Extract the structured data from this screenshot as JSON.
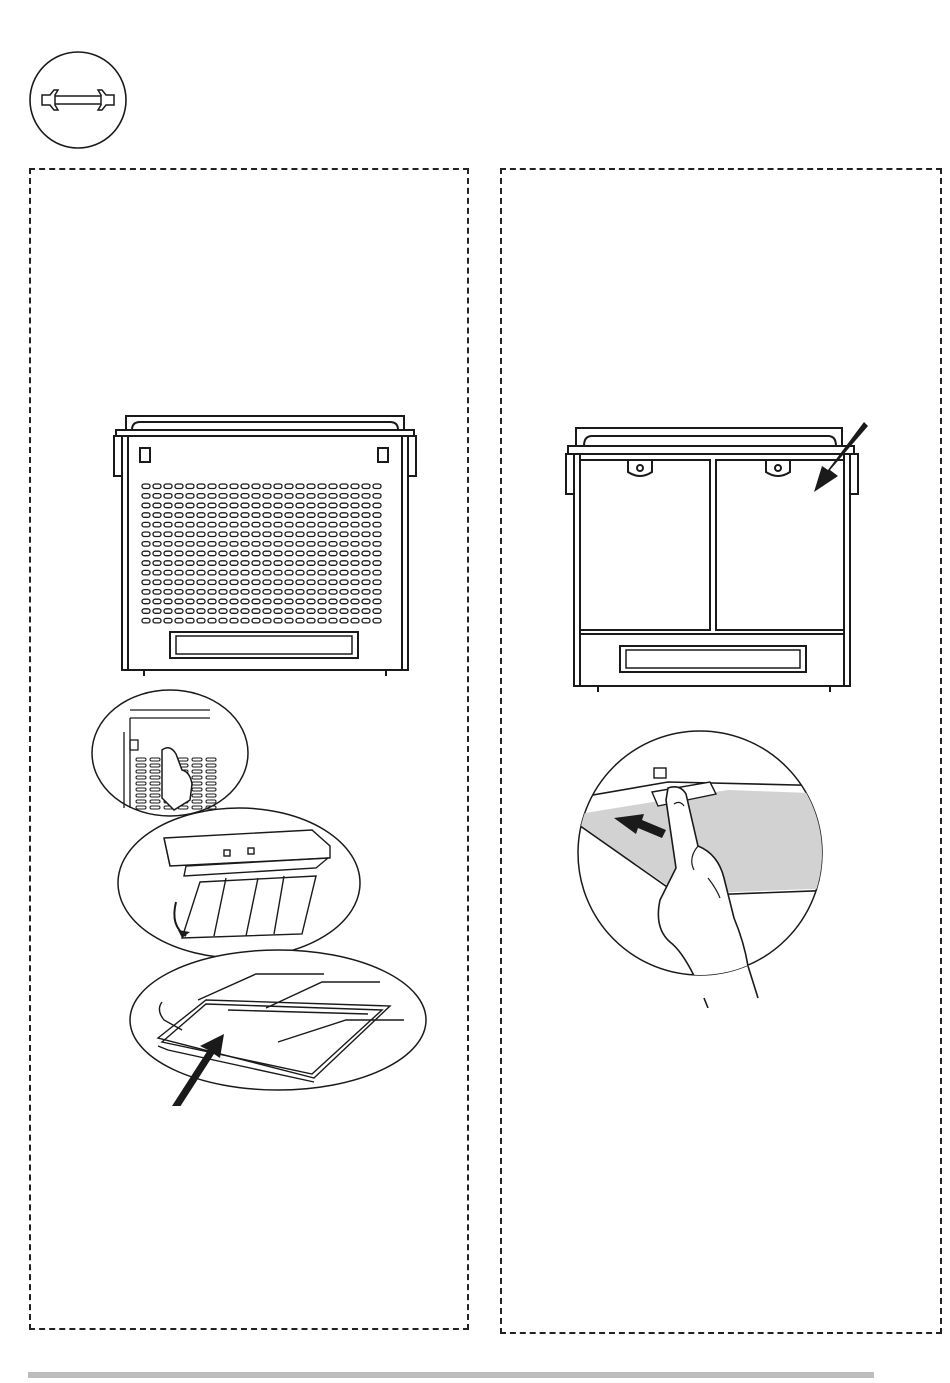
{
  "page": {
    "badge_icon": "wrench-icon",
    "footer_bar_color": "#bdbdbd",
    "line_color": "#1a1a1a",
    "filter_fill_color": "#d2d2d2"
  },
  "panels": [
    {
      "name": "left-panel",
      "illustrations": [
        "hood-front-grille",
        "release-button-detail",
        "hood-open-panel",
        "filter-removal"
      ]
    },
    {
      "name": "right-panel",
      "illustrations": [
        "hood-front-filters",
        "filter-slide-detail"
      ]
    }
  ]
}
